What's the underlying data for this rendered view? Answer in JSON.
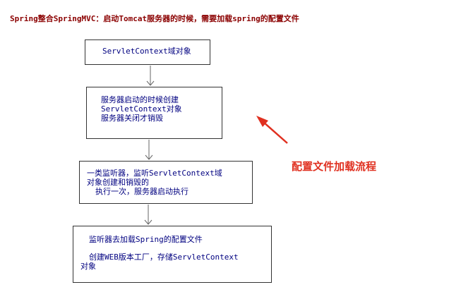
{
  "header": {
    "title": "Spring整合SpringMVC：启动Tomcat服务器的时候，需要加载spring的配置文件"
  },
  "flow": {
    "box1": {
      "line1": "ServletContext域对象"
    },
    "box2": {
      "line1": "服务器启动的时候创建",
      "line2": "ServletContext对象",
      "line3": "服务器关闭才销毁"
    },
    "box3": {
      "line1": "一类监听器，监听ServletContext域",
      "line2": "对象创建和销毁的",
      "line3": "执行一次，服务器启动执行"
    },
    "box4": {
      "line1": "监听器去加载Spring的配置文件",
      "line2": "创建WEB版本工厂，存储ServletContext",
      "line3": "对象"
    }
  },
  "annotation": {
    "label": "配置文件加载流程",
    "color": "#e03020"
  }
}
